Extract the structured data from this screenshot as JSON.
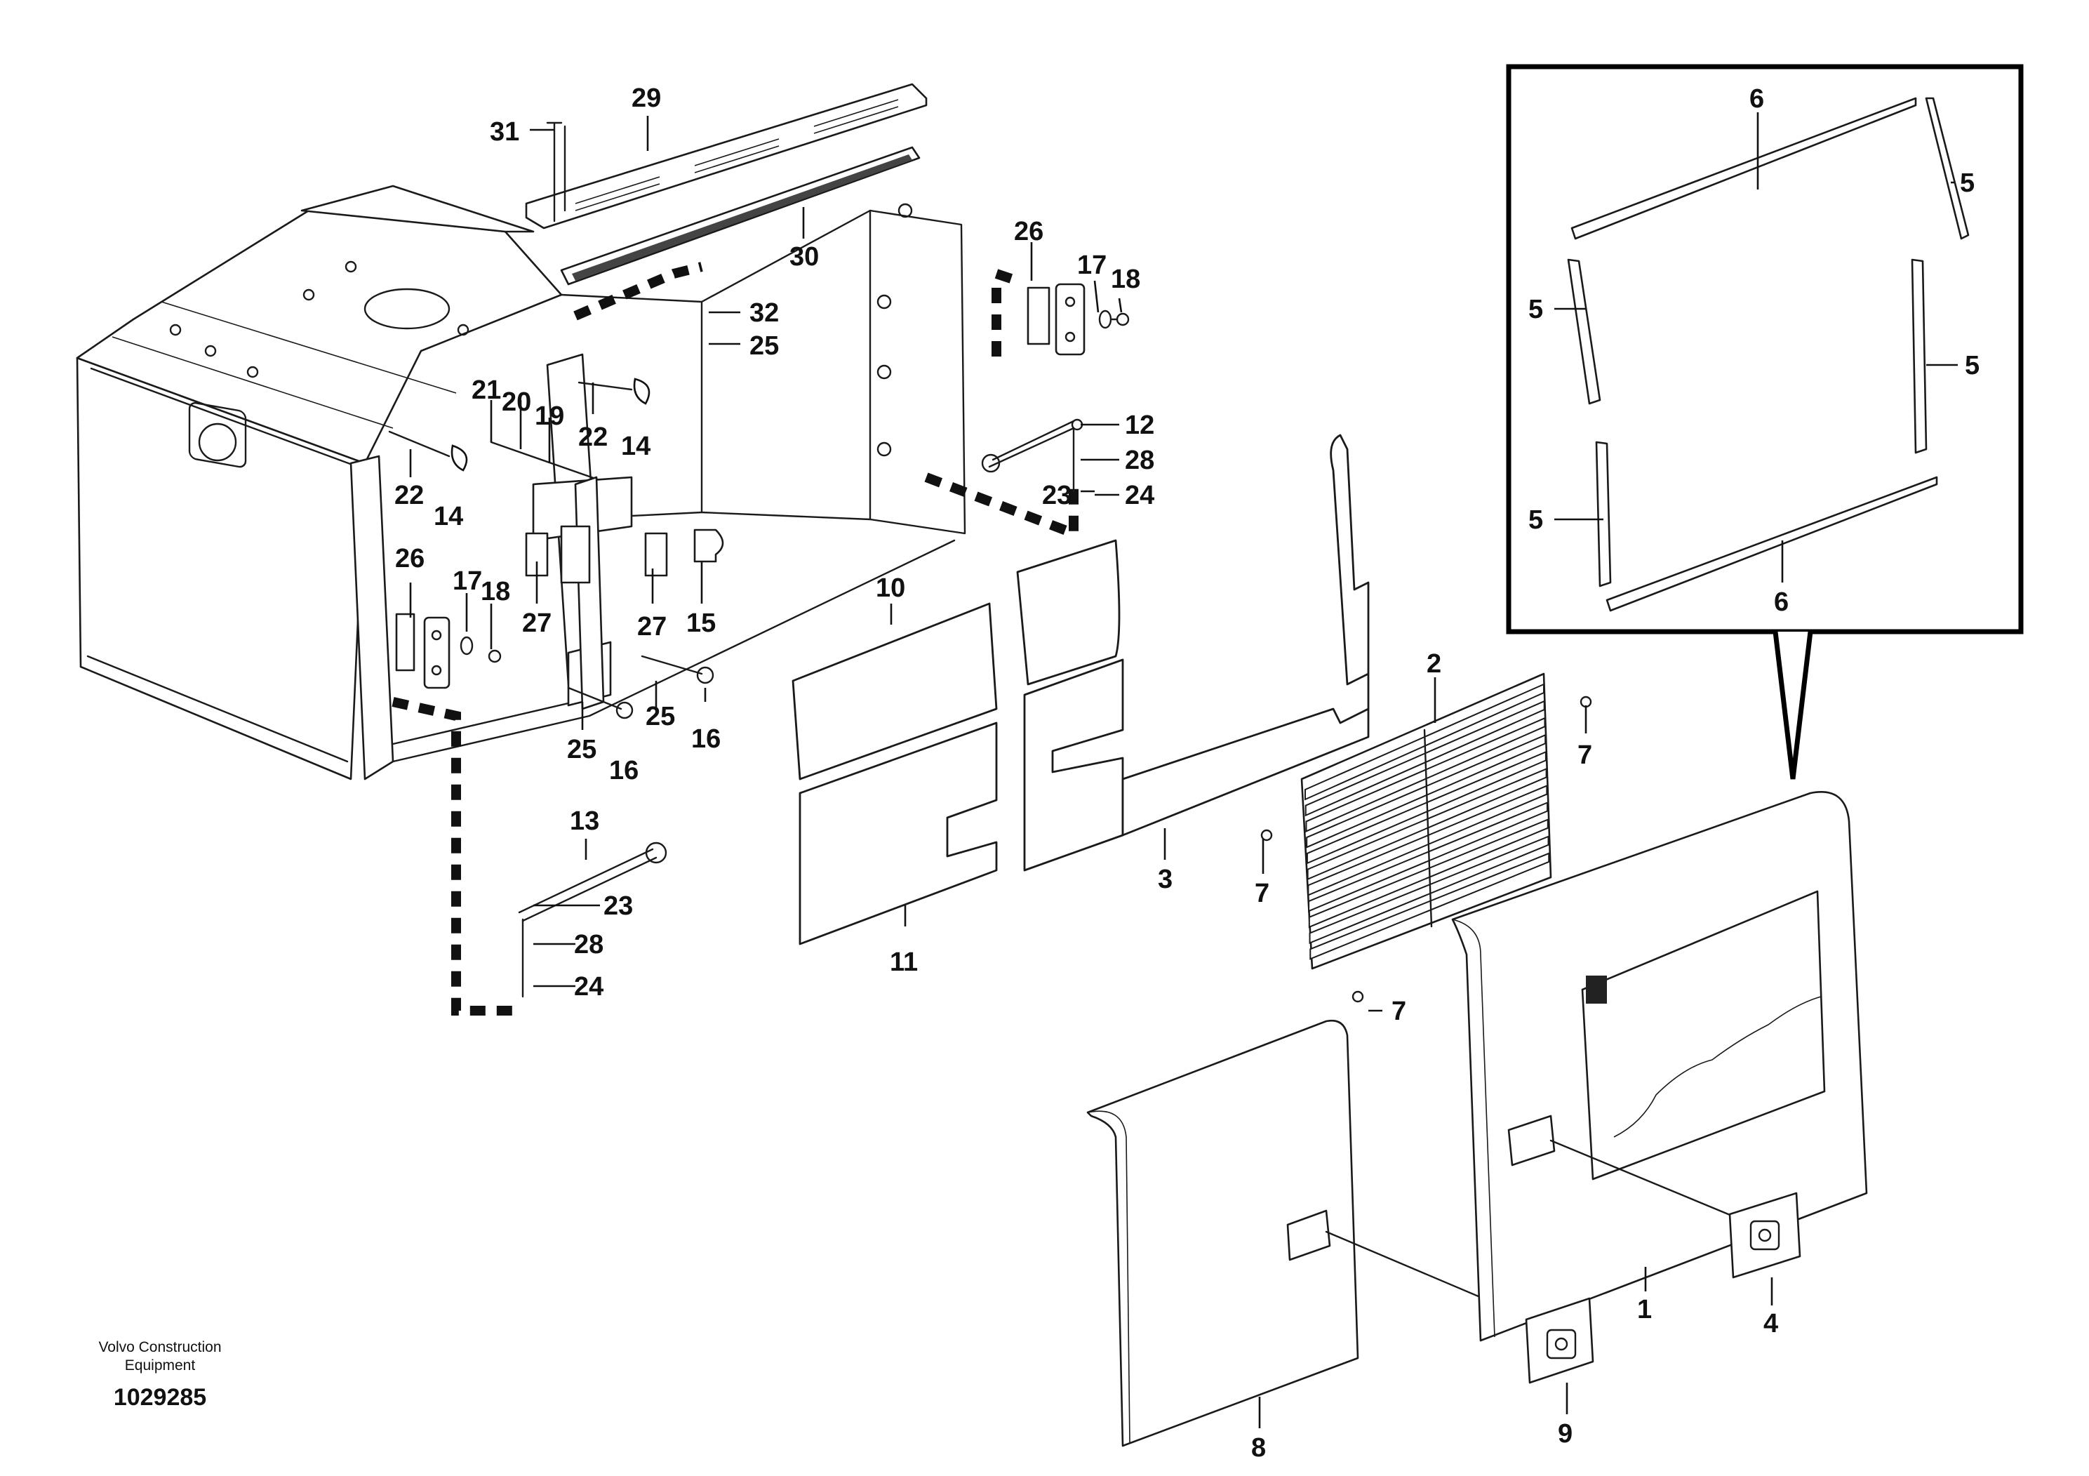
{
  "callouts": {
    "c31": "31",
    "c29": "29",
    "c30": "30",
    "c32": "32",
    "c25a": "25",
    "c26a": "26",
    "c17a": "17",
    "c18a": "18",
    "c21": "21",
    "c20": "20",
    "c19": "19",
    "c22a": "22",
    "c14a": "14",
    "c22b": "22",
    "c14b": "14",
    "c12": "12",
    "c28a": "28",
    "c23a": "23",
    "c24a": "24",
    "c26b": "26",
    "c17b": "17",
    "c18b": "18",
    "c27a": "27",
    "c27b": "27",
    "c15": "15",
    "c25b": "25",
    "c16a": "16",
    "c25c": "25",
    "c16b": "16",
    "c13": "13",
    "c23b": "23",
    "c28b": "28",
    "c24b": "24",
    "c10": "10",
    "c11": "11",
    "c3": "3",
    "c2": "2",
    "c7a": "7",
    "c7b": "7",
    "c7c": "7",
    "c6a": "6",
    "c5a": "5",
    "c5b": "5",
    "c5c": "5",
    "c5d": "5",
    "c6b": "6",
    "c1": "1",
    "c4": "4",
    "c8": "8",
    "c9": "9"
  },
  "footer": {
    "brand_line1": "Volvo Construction",
    "brand_line2": "Equipment",
    "part_number": "1029285"
  },
  "colors": {
    "ink": "#1a1a1a",
    "background": "#ffffff"
  }
}
